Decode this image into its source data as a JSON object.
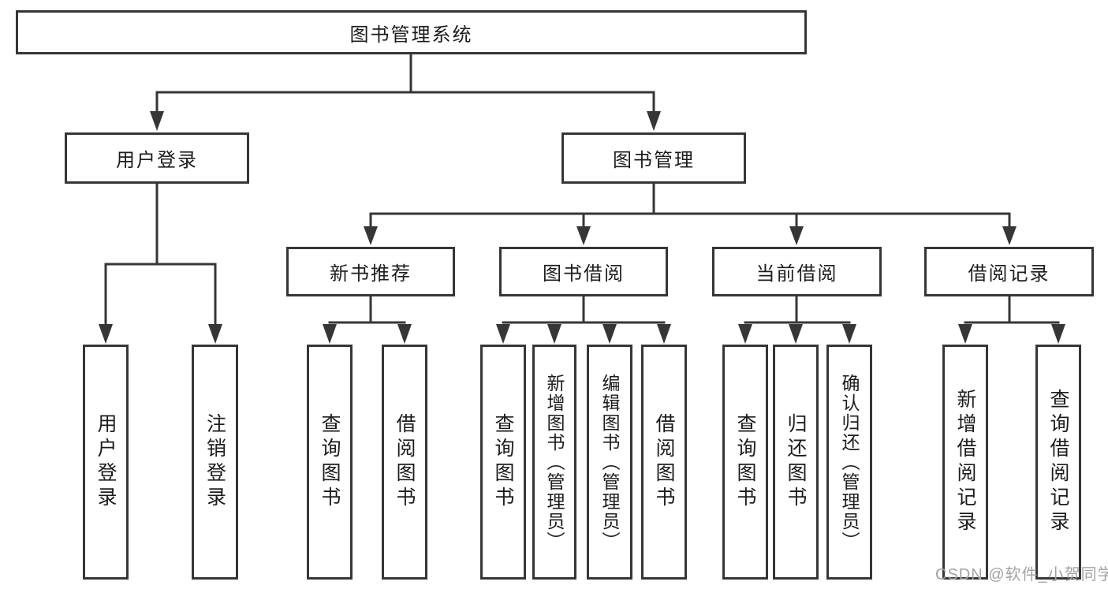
{
  "diagram": {
    "root": {
      "label": "图书管理系统"
    },
    "branches": [
      {
        "label": "用户登录",
        "children": [
          {
            "label": "用户登录"
          },
          {
            "label": "注销登录"
          }
        ]
      },
      {
        "label": "图书管理",
        "children": [
          {
            "label": "新书推荐",
            "children": [
              {
                "label": "查询图书"
              },
              {
                "label": "借阅图书"
              }
            ]
          },
          {
            "label": "图书借阅",
            "children": [
              {
                "label": "查询图书"
              },
              {
                "label": "新增图书（管理员）"
              },
              {
                "label": "编辑图书（管理员）"
              },
              {
                "label": "借阅图书"
              }
            ]
          },
          {
            "label": "当前借阅",
            "children": [
              {
                "label": "查询图书"
              },
              {
                "label": "归还图书"
              },
              {
                "label": "确认归还（管理员）"
              }
            ]
          },
          {
            "label": "借阅记录",
            "children": [
              {
                "label": "新增借阅记录"
              },
              {
                "label": "查询借阅记录"
              }
            ]
          }
        ]
      }
    ]
  },
  "watermark": {
    "text": "CSDN @软件_小贺同学"
  },
  "colors": {
    "line": "#363636",
    "text": "#1c1c1c",
    "background": "#ffffff",
    "watermark": "#a3a3a3"
  }
}
